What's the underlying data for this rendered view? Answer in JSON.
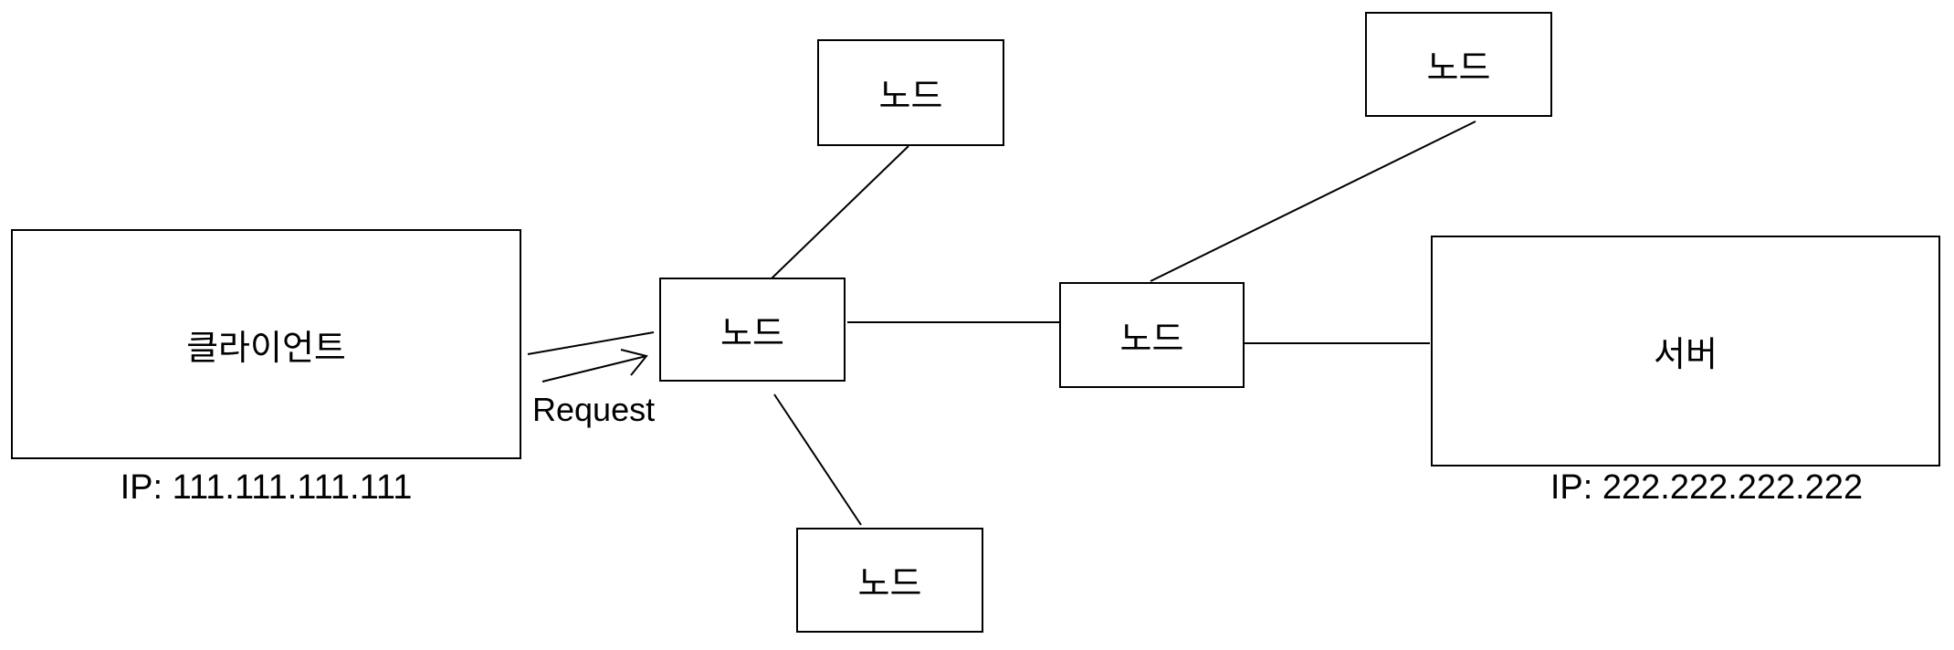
{
  "diagram": {
    "background_color": "#ffffff",
    "stroke_color": "#000000",
    "text_color": "#000000",
    "arrow_label": "Request",
    "nodes": {
      "client": {
        "label": "클라이언트",
        "caption": "IP: 111.111.111.111"
      },
      "hub": {
        "label": "노드"
      },
      "top": {
        "label": "노드"
      },
      "bottom": {
        "label": "노드"
      },
      "relay": {
        "label": "노드"
      },
      "top_right": {
        "label": "노드"
      },
      "server": {
        "label": "서버",
        "caption": "IP: 222.222.222.222"
      }
    },
    "edges": [
      {
        "from": "client",
        "to": "hub",
        "style": "double-line-arrow",
        "label": "Request"
      },
      {
        "from": "hub",
        "to": "top",
        "style": "line"
      },
      {
        "from": "hub",
        "to": "bottom",
        "style": "line"
      },
      {
        "from": "hub",
        "to": "relay",
        "style": "line"
      },
      {
        "from": "relay",
        "to": "top_right",
        "style": "line"
      },
      {
        "from": "relay",
        "to": "server",
        "style": "line"
      }
    ]
  }
}
